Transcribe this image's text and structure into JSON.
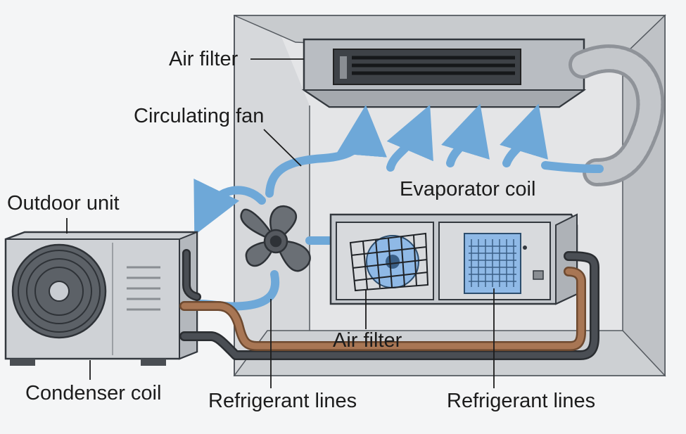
{
  "labels": {
    "air_filter_top": "Air filter",
    "circulating_fan": "Circulating fan",
    "evaporator_coil": "Evaporator coil",
    "outdoor_unit": "Outdoor unit",
    "air_filter_bottom": "Air filter",
    "condenser_coil": "Condenser coil",
    "refrigerant_lines_left": "Refrigerant lines",
    "refrigerant_lines_right": "Refrigerant lines"
  },
  "colors": {
    "background": "#f4f5f6",
    "unit_metal": "#c9cdd2",
    "outline": "#33383e",
    "airflow_arrow": "#6ea8d8",
    "copper_line": "#a87654",
    "insulated_line": "#3b3e43",
    "coil_blue": "#8fb9e6"
  }
}
